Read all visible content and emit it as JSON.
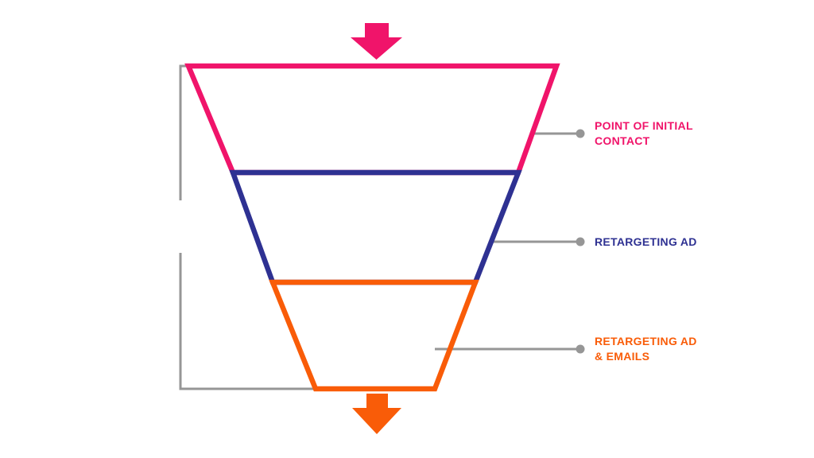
{
  "background": "#ffffff",
  "colors": {
    "stage1_pink": "#F0146A",
    "stage2_navy": "#2E3192",
    "stage3_orange": "#F95C08",
    "connector_gray": "#969696"
  },
  "chart_data": {
    "type": "funnel",
    "title": "",
    "direction": "top-to-bottom",
    "stages": [
      {
        "order": 1,
        "label": "POINT OF INITIAL CONTACT",
        "color": "#F0146A"
      },
      {
        "order": 2,
        "label": "RETARGETING AD",
        "color": "#2E3192"
      },
      {
        "order": 3,
        "label": "RETARGETING AD & EMAILS",
        "color": "#F95C08"
      }
    ]
  },
  "funnel": {
    "stages": [
      {
        "label": "POINT OF INITIAL CONTACT",
        "line1": "POINT OF INITIAL",
        "line2": "CONTACT",
        "color": "#F0146A"
      },
      {
        "label": "RETARGETING AD",
        "line1": "RETARGETING AD",
        "color": "#2E3192"
      },
      {
        "label": "RETARGETING AD & EMAILS",
        "line1": "RETARGETING AD",
        "line2": "& EMAILS",
        "color": "#F95C08"
      }
    ],
    "top_arrow": {
      "icon": "down-arrow-icon",
      "color": "#F0146A"
    },
    "bottom_arrow": {
      "icon": "down-arrow-icon",
      "color": "#F95C08"
    }
  }
}
